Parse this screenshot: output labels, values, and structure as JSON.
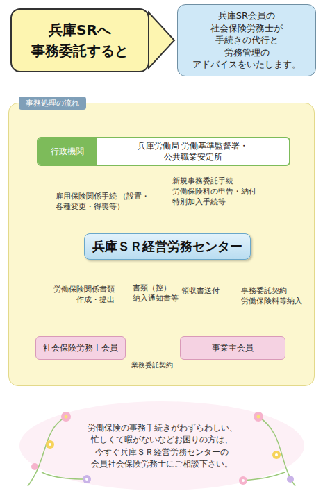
{
  "diagram": {
    "nodes": [
      {
        "text": [
          "兵庫SRへ 事務委託すると"
        ]
      },
      {
        "text": [
          "兵庫SR会員の 社会保険労務士が 手続きの代行と 労務管理の アドバイスをいたします。"
        ]
      },
      {
        "text": [
          "事務処理の流れ"
        ]
      },
      {
        "text": [
          "行政機関",
          "兵庫労働局 労働基準監督署・公共職業安定所"
        ],
        "in": 2
      },
      {
        "text": [
          "兵庫ＳＲ経営労務センター"
        ],
        "in": 2
      },
      {
        "text": [
          "社会保険労務士会員"
        ],
        "in": 2
      },
      {
        "text": [
          "事業主会員"
        ],
        "in": 2
      }
    ],
    "edges": [
      {
        "from": 0,
        "to": 1,
        "arrow": "to"
      },
      {
        "from": 5,
        "to": 3,
        "arrow": "to",
        "label": "雇用保険関係手続 （設置・各種変更・得喪等）"
      },
      {
        "from": 4,
        "to": 3,
        "arrow": "to",
        "label": "新規事務委託手続 労働保険料の申告・納付 特別加入手続等"
      },
      {
        "from": 5,
        "to": 4,
        "arrow": "to",
        "label": "労働保険関係書類 作成・提出"
      },
      {
        "from": 4,
        "to": 5,
        "arrow": "to",
        "label": "書類（控） 納入通知書等"
      },
      {
        "from": 4,
        "to": 6,
        "arrow": "to",
        "label": "領収書送付"
      },
      {
        "from": 6,
        "to": 4,
        "arrow": "to",
        "label": "事務委託契約 労働保険料等納入"
      },
      {
        "from": 5,
        "to": 6,
        "arrow": "both",
        "label": "業務委託契約"
      }
    ],
    "labels": [
      "労働保険の事務手続きがわずらわしい、 忙しくて暇がないなどお困りの方は、 今すぐ兵庫ＳＲ経営労務センターの 会員社会保険労務士にご相談下さい。"
    ]
  }
}
